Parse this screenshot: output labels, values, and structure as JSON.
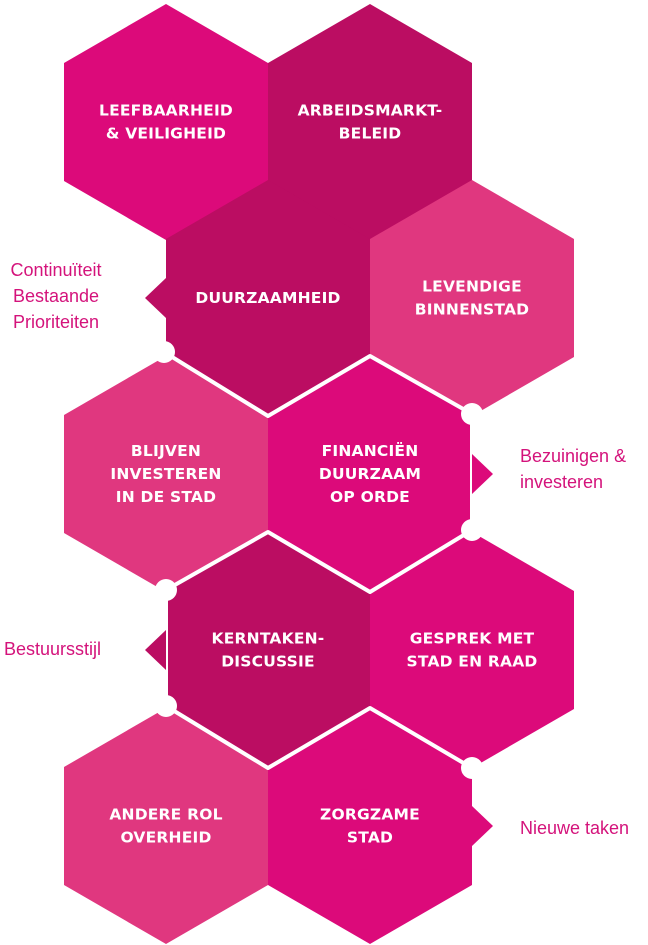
{
  "colors": {
    "magenta": "#dc0a7a",
    "dark_magenta": "#bb0d62",
    "light_magenta": "#e0377f",
    "connector": "#ffffff",
    "side_text": "#d4137b"
  },
  "hexagons": [
    {
      "lines": [
        "LEEFBAARHEID",
        "& VEILIGHEID"
      ]
    },
    {
      "lines": [
        "ARBEIDSMARKT-",
        "BELEID"
      ]
    },
    {
      "lines": [
        "DUURZAAMHEID"
      ]
    },
    {
      "lines": [
        "LEVENDIGE",
        "BINNENSTAD"
      ]
    },
    {
      "lines": [
        "BLIJVEN",
        "INVESTEREN",
        "IN DE STAD"
      ]
    },
    {
      "lines": [
        "FINANCIËN",
        "DUURZAAM",
        "OP ORDE"
      ]
    },
    {
      "lines": [
        "KERNTAKEN-",
        "DISCUSSIE"
      ]
    },
    {
      "lines": [
        "GESPREK MET",
        "STAD EN RAAD"
      ]
    },
    {
      "lines": [
        "ANDERE ROL",
        "OVERHEID"
      ]
    },
    {
      "lines": [
        "ZORGZAME",
        "STAD"
      ]
    }
  ],
  "side_labels": {
    "continuiteit": [
      "Continuïteit",
      "Bestaande",
      "Prioriteiten"
    ],
    "bezuinigen": [
      "Bezuinigen &",
      "investeren"
    ],
    "bestuursstijl": [
      "Bestuursstijl"
    ],
    "nieuwe_taken": [
      "Nieuwe taken"
    ]
  }
}
